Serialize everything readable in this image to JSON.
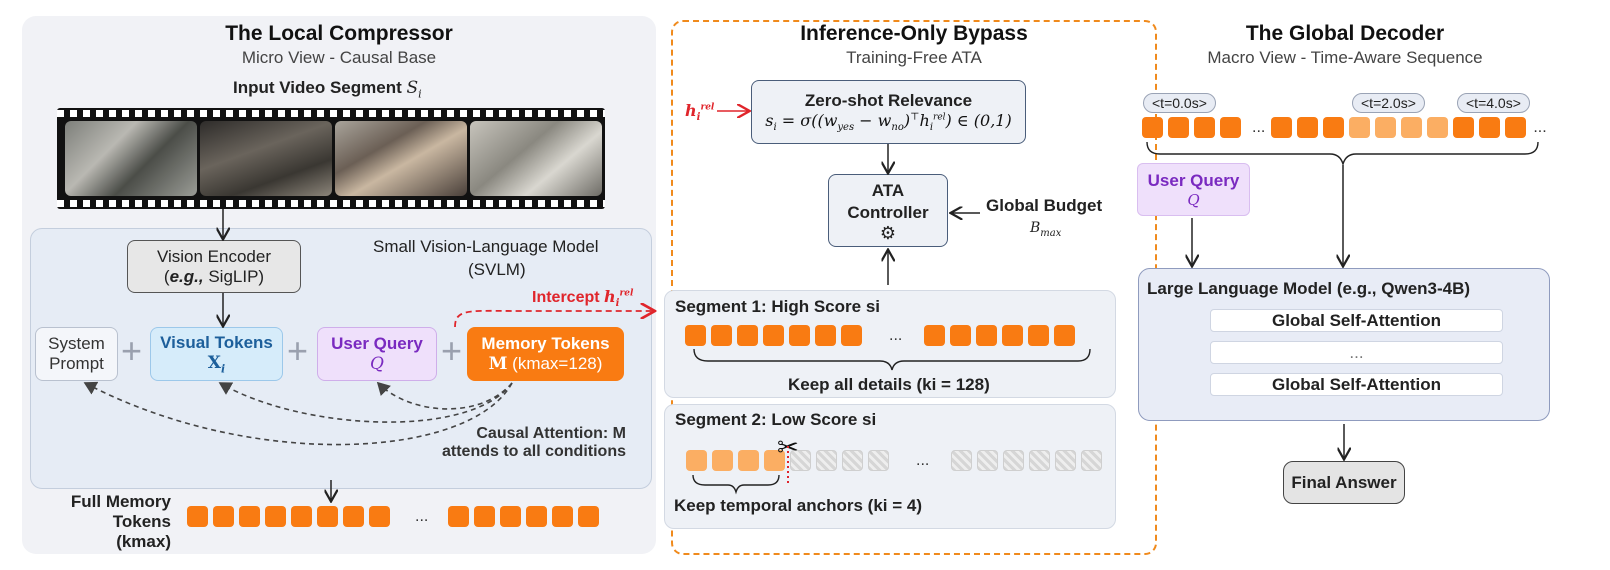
{
  "left": {
    "title": "The Local Compressor",
    "subtitle": "Micro View - Causal Base",
    "input_label": "Input Video Segment",
    "input_symbol": "Si",
    "vision_encoder": {
      "line1": "Vision Encoder",
      "eg": "e.g.,",
      "line2": "SigLIP)"
    },
    "svlm_label": "Small Vision-Language Model",
    "svlm_abbrev": "(SVLM)",
    "system_prompt": {
      "line1": "System",
      "line2": "Prompt"
    },
    "visual_tokens": {
      "label": "Visual Tokens",
      "symbol": "Xi"
    },
    "user_query": {
      "label": "User Query",
      "symbol": "Q"
    },
    "memory_tokens": {
      "label": "Memory Tokens",
      "symbol": "M",
      "param": "(kmax=128)"
    },
    "intercept_label": "Intercept",
    "intercept_symbol": "hi rel",
    "causal_note_line1": "Causal Attention: M",
    "causal_note_line2": "attends to all conditions",
    "full_memory_line1": "Full Memory",
    "full_memory_line2": "Tokens (kmax)",
    "ellipsis": "..."
  },
  "middle": {
    "title": "Inference-Only Bypass",
    "subtitle": "Training-Free ATA",
    "relevance_title": "Zero-shot Relevance",
    "relevance_formula": "si = σ((wyes − wno)⊤ hi rel) ∈ (0,1)",
    "h_input": "hi rel",
    "controller_line1": "ATA",
    "controller_line2": "Controller",
    "budget_label": "Global Budget",
    "budget_symbol": "Bmax",
    "segment1_title": "Segment 1: High Score si",
    "segment1_caption": "Keep all details (ki = 128)",
    "segment2_title": "Segment 2: Low Score si",
    "segment2_caption": "Keep temporal anchors (ki = 4)",
    "ellipsis": "..."
  },
  "right": {
    "title": "The Global Decoder",
    "subtitle": "Macro View - Time-Aware Sequence",
    "timestamps": [
      "<t=0.0s>",
      "<t=2.0s>",
      "<t=4.0s>"
    ],
    "user_query_label": "User Query",
    "user_query_symbol": "Q",
    "llm_label": "Large Language Model (e.g., Qwen3-4B)",
    "attention_layers": [
      "Global Self-Attention",
      "...",
      "Global Self-Attention"
    ],
    "final_answer": "Final Answer",
    "ellipsis": "..."
  },
  "colors": {
    "orange": "#f97b12",
    "light_orange": "#fbae63",
    "purple": "#7a2ac0",
    "blue": "#1d5f9b",
    "red": "#e0252b"
  }
}
